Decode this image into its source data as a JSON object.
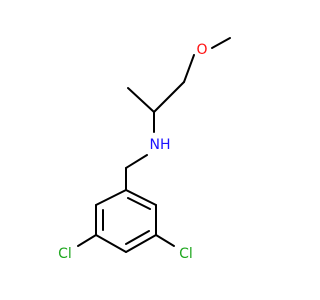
{
  "molecule": {
    "colors": {
      "bond": "#000000",
      "oxygen": "#ff1010",
      "nitrogen": "#1c12ff",
      "chlorine": "#1fa71f",
      "background": "#ffffff"
    },
    "atoms": {
      "oxygen": "O",
      "nitrogen": "NH",
      "chlorine_left": "Cl",
      "chlorine_right": "Cl"
    }
  }
}
